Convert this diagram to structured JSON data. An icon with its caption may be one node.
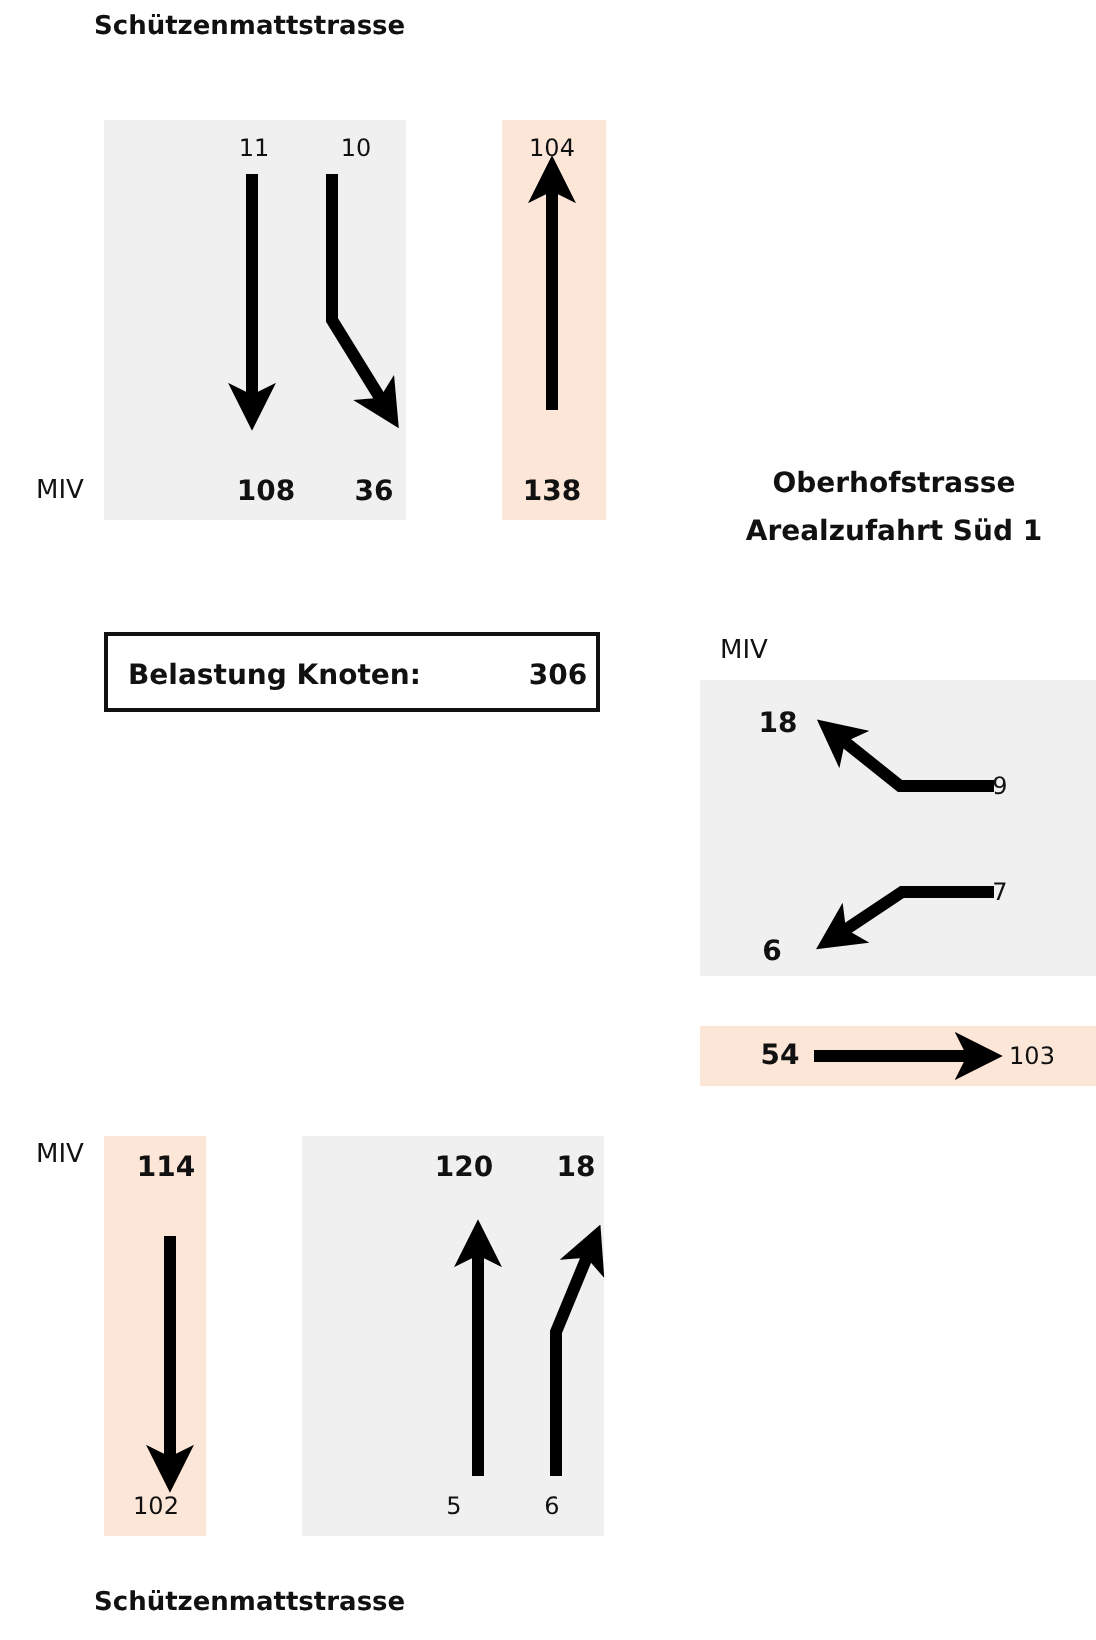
{
  "diagram": {
    "title": "Schützenmattstrasse",
    "nodes": [
      {
        "text": [
          "11",
          "10",
          "108",
          "36"
        ]
      },
      {
        "text": [
          "104",
          "138"
        ]
      },
      {
        "text": [
          "Belastung Knoten:",
          "306"
        ]
      },
      {
        "text": [
          "18",
          "9",
          "7",
          "6"
        ]
      },
      {
        "text": [
          "54",
          "103"
        ]
      },
      {
        "text": [
          "114",
          "102"
        ]
      },
      {
        "text": [
          "120",
          "18",
          "5",
          "6"
        ]
      }
    ],
    "labels": [
      "MIV",
      "Oberhofstrasse Arealzufahrt Süd 1",
      "MIV",
      "MIV",
      "Schützenmattstrasse"
    ]
  }
}
